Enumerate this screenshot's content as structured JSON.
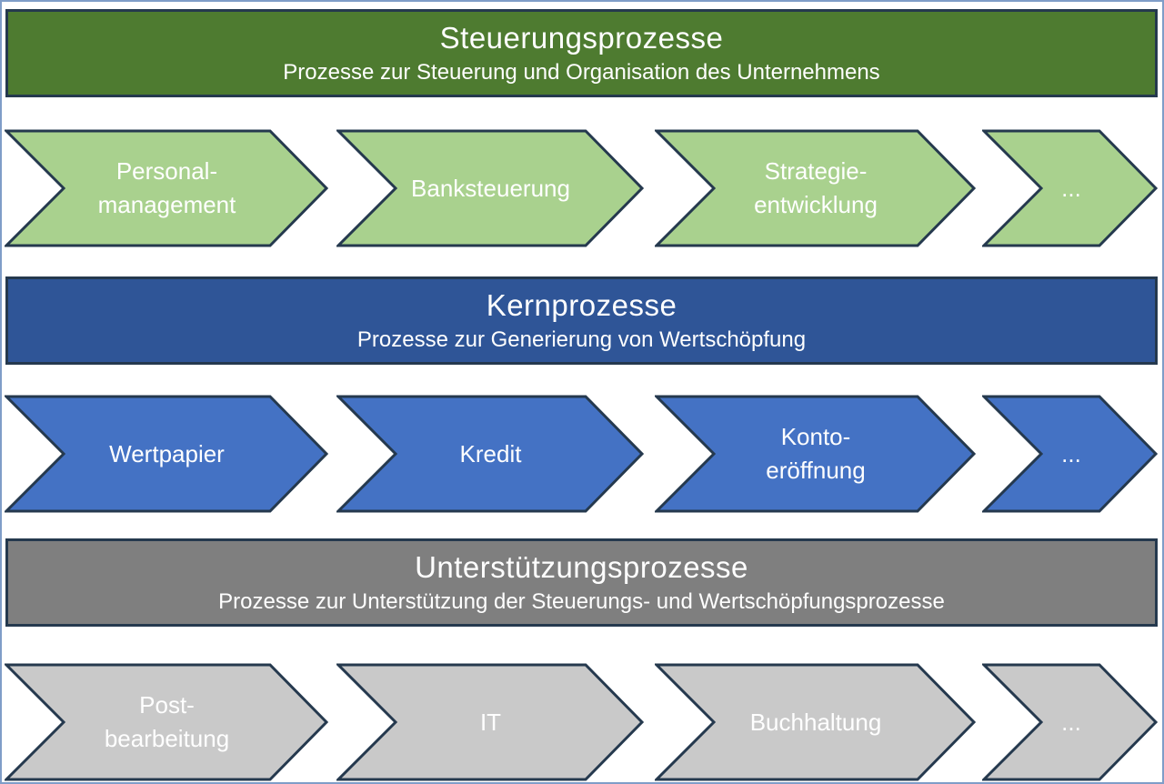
{
  "colors": {
    "frame": "#7F9DC8",
    "shape_border": "#25394E",
    "text": "#FFFFFF",
    "steuerung_header": "#4E7B30",
    "steuerung_arrow": "#A9D18E",
    "kern_header": "#2F5597",
    "kern_arrow": "#4472C4",
    "unterstuetzung_header": "#7F7F7F",
    "unterstuetzung_arrow": "#C9C9C9"
  },
  "sections": [
    {
      "title": "Steuerungsprozesse",
      "subtitle": "Prozesse zur Steuerung und Organisation des Unternehmens",
      "arrows": [
        "Personal-\nmanagement",
        "Banksteuerung",
        "Strategie-\nentwicklung",
        "..."
      ]
    },
    {
      "title": "Kernprozesse",
      "subtitle": "Prozesse zur Generierung von Wertschöpfung",
      "arrows": [
        "Wertpapier",
        "Kredit",
        "Konto-\neröffnung",
        "..."
      ]
    },
    {
      "title": "Unterstützungsprozesse",
      "subtitle": "Prozesse zur Unterstützung der Steuerungs- und Wertschöpfungsprozesse",
      "arrows": [
        "Post-\nbearbeitung",
        "IT",
        "Buchhaltung",
        "..."
      ]
    }
  ]
}
